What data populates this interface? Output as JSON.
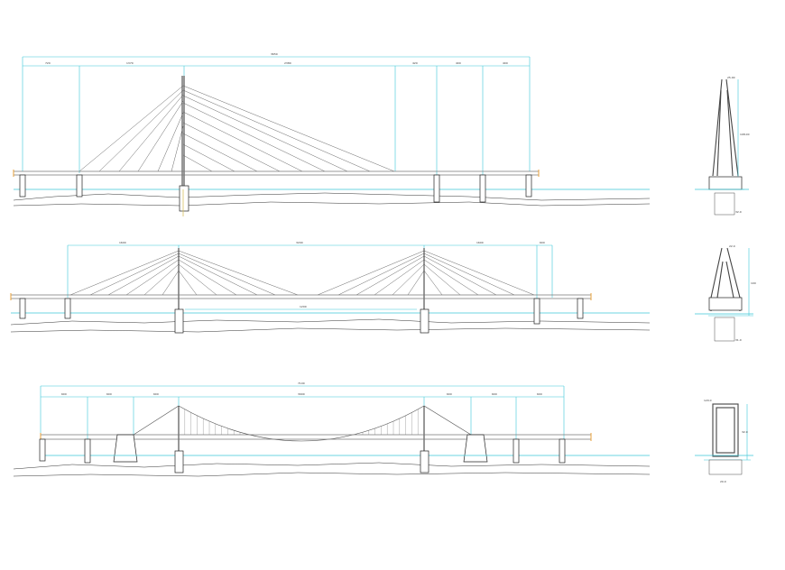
{
  "colors": {
    "dimension_lines": "#3cc8d8",
    "deck_end_marks": "#e8a23a",
    "tower_axis": "#d8c060",
    "structure": "#333333"
  },
  "drawings": [
    {
      "id": "single-pylon-cable-stayed",
      "kind": "elevation",
      "top_dimension": "3650",
      "span_labels": [
        "720",
        "1370",
        "2380",
        "420",
        "400",
        "400"
      ]
    },
    {
      "id": "single-pylon-tower-section",
      "kind": "cross-section",
      "labels": [
        "25.00",
        "108.00",
        "32.0"
      ]
    },
    {
      "id": "twin-pylon-cable-stayed",
      "kind": "elevation",
      "top_dimension": "",
      "span_labels": [
        "1600",
        "3200",
        "1600",
        "600"
      ],
      "center_label": "1200"
    },
    {
      "id": "twin-pylon-tower-section",
      "kind": "cross-section",
      "labels": [
        "22.0",
        "100",
        "31.0"
      ]
    },
    {
      "id": "suspension-bridge",
      "kind": "elevation",
      "top_dimension": "7100",
      "span_labels": [
        "600",
        "600",
        "600",
        "3900",
        "600",
        "600",
        "600"
      ]
    },
    {
      "id": "suspension-tower-section",
      "kind": "cross-section",
      "labels": [
        "120.0",
        "32.0",
        "20.0"
      ]
    }
  ]
}
